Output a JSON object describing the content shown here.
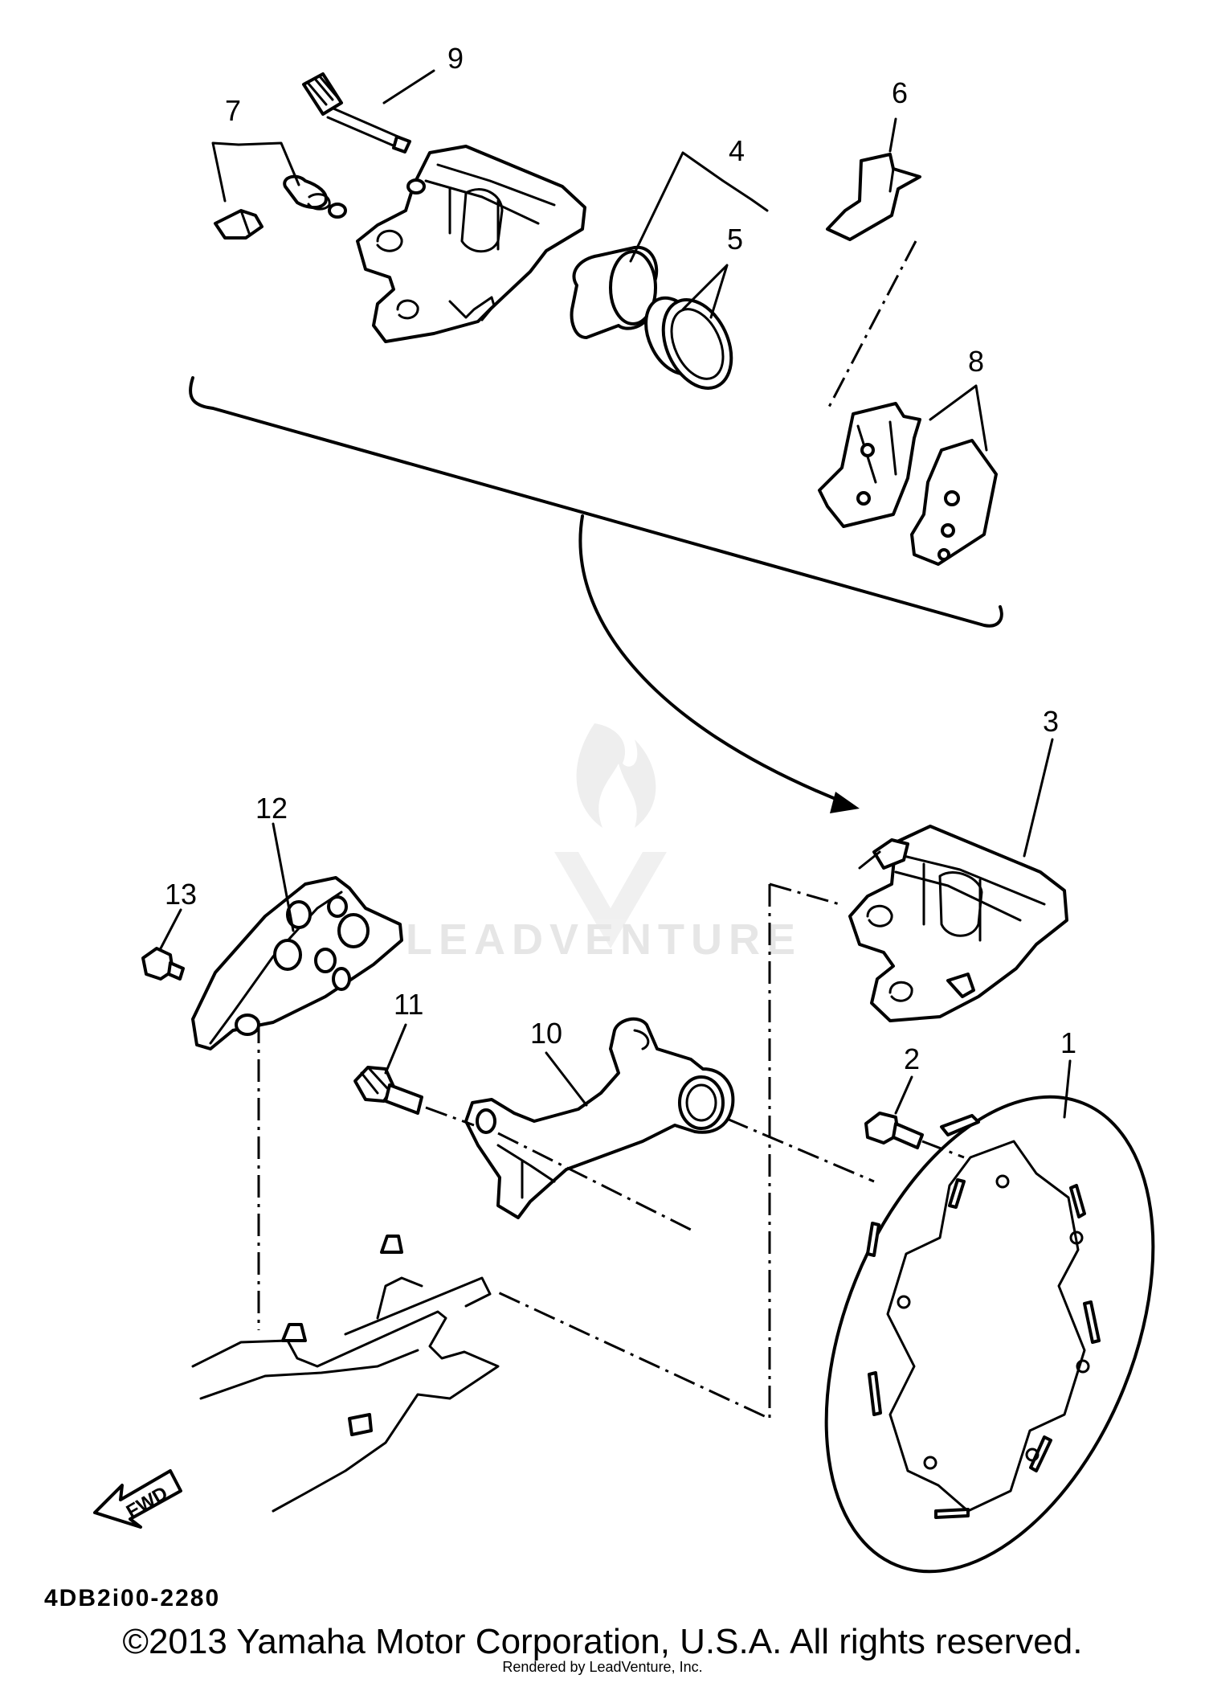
{
  "diagram": {
    "callouts": {
      "c1": "1",
      "c2": "2",
      "c3": "3",
      "c4": "4",
      "c5": "5",
      "c6": "6",
      "c7": "7",
      "c8": "8",
      "c9": "9",
      "c10": "10",
      "c11": "11",
      "c12": "12",
      "c13": "13"
    },
    "fwd_label": "FWD",
    "diagram_code": "4DB2i00-2280",
    "watermark": "LEADVENTURE"
  },
  "footer": {
    "copyright": "©2013 Yamaha Motor Corporation, U.S.A. All rights reserved.",
    "rendered_by": "Rendered by LeadVenture, Inc."
  }
}
